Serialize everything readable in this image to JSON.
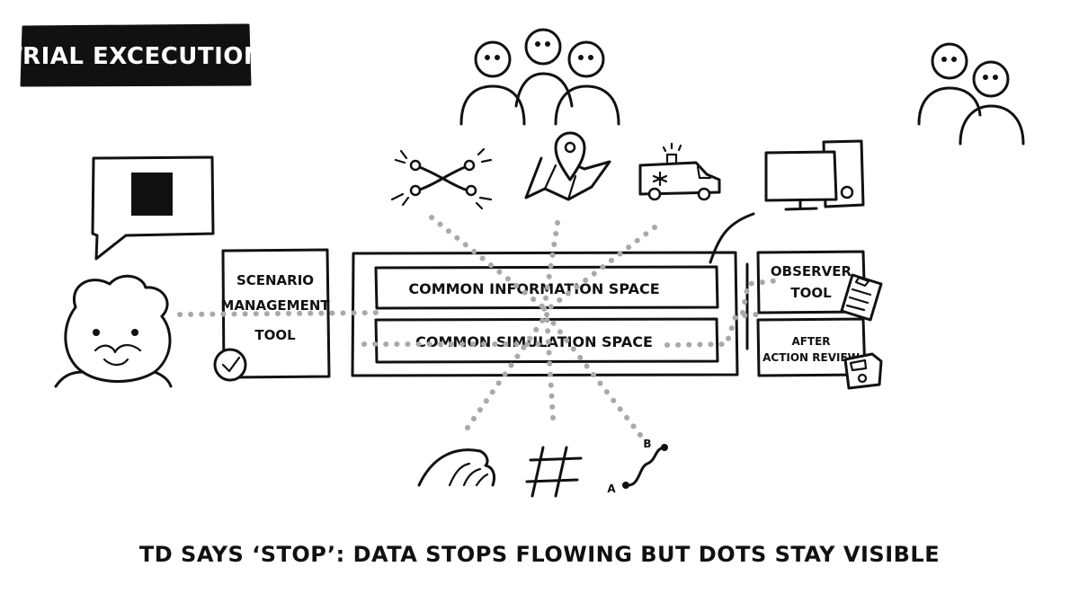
{
  "title": "TRIAL EXCECUTION",
  "boxes": {
    "scenario_management": [
      "SCENARIO",
      "MANAGEMENT",
      "TOOL"
    ],
    "common_information_space": "COMMON INFORMATION SPACE",
    "common_simulation_space": "COMMON SIMULATION SPACE",
    "observer_tool": [
      "OBSERVER",
      "TOOL"
    ],
    "after_action_review": [
      "AFTER",
      "ACTION REVIEW"
    ]
  },
  "route_labels": {
    "start": "A",
    "end": "B"
  },
  "caption": "TD SAYS ‘STOP’: DATA STOPS FLOWING BUT DOTS STAY VISIBLE",
  "icons": [
    "speech-bubble-icon",
    "stop-square-icon",
    "person-avatar-icon",
    "clock-icon",
    "network-icon",
    "map-pin-icon",
    "ambulance-icon",
    "monitor-icon",
    "clipboard-icon",
    "floppy-disk-icon",
    "wave-icon",
    "hashtag-icon",
    "route-icon"
  ],
  "colors": {
    "ink": "#111111",
    "dots": "#a9a9a9",
    "background": "#ffffff"
  }
}
